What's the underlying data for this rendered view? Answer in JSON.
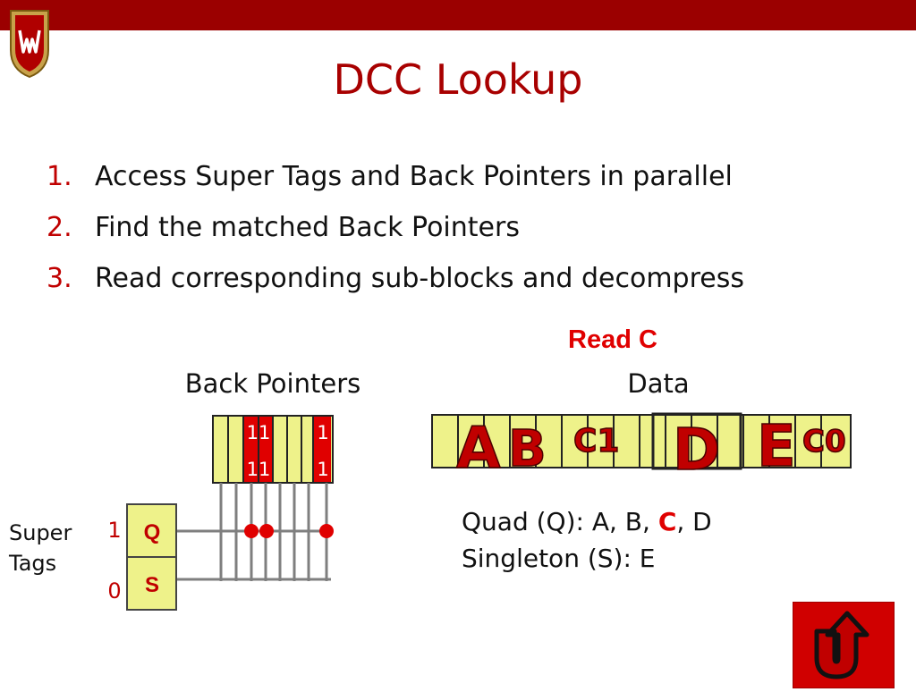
{
  "slide": {
    "title": "DCC Lookup",
    "steps": [
      {
        "number": "1.",
        "text": "Access Super Tags and Back Pointers in parallel"
      },
      {
        "number": "2.",
        "text": "Find the matched Back Pointers"
      },
      {
        "number": "3.",
        "text": "Read corresponding sub-blocks and decompress"
      }
    ]
  },
  "diagram": {
    "read_label": "Read C",
    "back_pointers_label": "Back Pointers",
    "data_label": "Data",
    "back_pointer_bits": {
      "col_a_row1": "11",
      "col_a_row2": "11",
      "col_b_row1": "1",
      "col_b_row2": "1"
    },
    "super_tags": {
      "label_line1": "Super",
      "label_line2": "Tags",
      "rows": [
        {
          "index": "1",
          "tag": "Q"
        },
        {
          "index": "0",
          "tag": "S"
        }
      ]
    },
    "data_blocks": {
      "a": "A",
      "b": "B",
      "c1": "C1",
      "d": "D",
      "e": "E",
      "c0": "C0"
    },
    "legend": {
      "quad_prefix": "Quad (Q): A, B, ",
      "quad_highlight": "C",
      "quad_suffix": ", D",
      "singleton": "Singleton (S): E"
    }
  },
  "colors": {
    "accent_red": "#a80000",
    "bar_red": "#9b0000",
    "highlight_red": "#e00000",
    "cell_yellow": "#eef28a",
    "block_red": "#c00000",
    "line_gray": "#7f7f7f"
  }
}
